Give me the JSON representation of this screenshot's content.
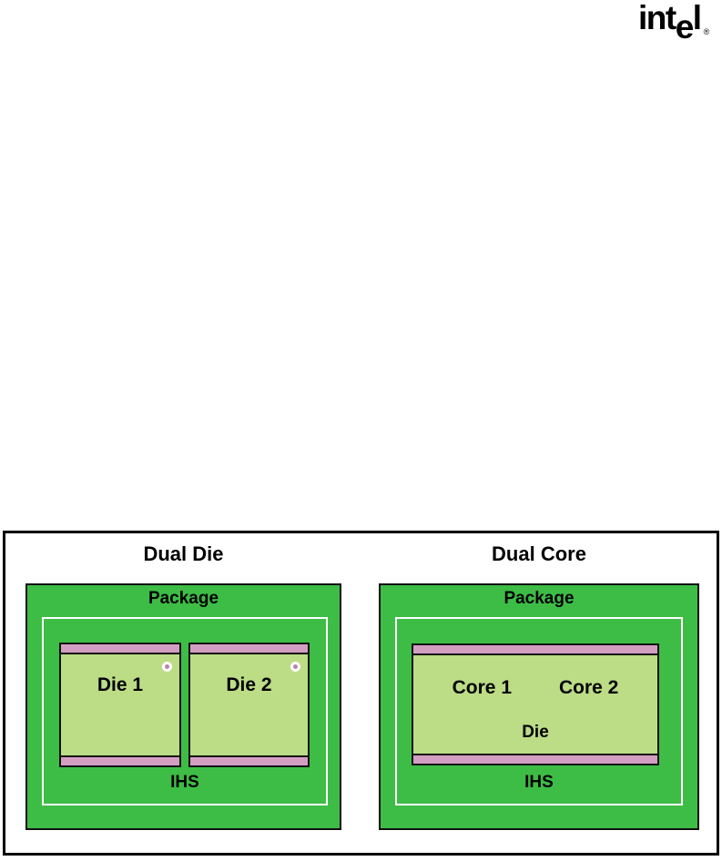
{
  "logo": {
    "part1": "int",
    "dropped": "e",
    "part2": "l",
    "registered": "®"
  },
  "diagram": {
    "left": {
      "title": "Dual Die",
      "package": "Package",
      "die1": "Die 1",
      "die2": "Die 2",
      "ihs": "IHS"
    },
    "right": {
      "title": "Dual Core",
      "package": "Package",
      "core1": "Core 1",
      "core2": "Core 2",
      "die": "Die",
      "ihs": "IHS"
    },
    "colors": {
      "package_green": "#3ebd46",
      "die_green": "#bcdc86",
      "interface_pink": "#d49ec2",
      "border_black": "#111111"
    }
  }
}
